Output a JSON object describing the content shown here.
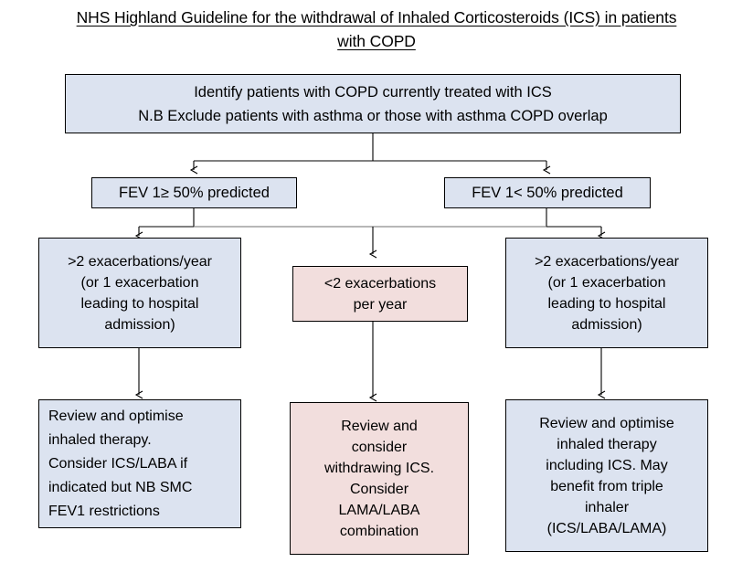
{
  "document": {
    "title_line_1": "NHS Highland Guideline for the withdrawal of Inhaled Corticosteroids (ICS) in patients",
    "title_line_2": "with COPD"
  },
  "colors": {
    "fill_blue": "#dce3f0",
    "fill_pink": "#f2dedd",
    "border": "#000000",
    "connector": "#000000",
    "background": "#ffffff"
  },
  "flowchart": {
    "type": "flowchart",
    "orientation": "top-down",
    "nodes": [
      {
        "id": "identify",
        "fill": "blue",
        "align": "center",
        "lines": [
          "Identify patients with COPD currently treated with ICS",
          "N.B Exclude patients with asthma or those with asthma COPD overlap"
        ]
      },
      {
        "id": "fev-high",
        "fill": "blue",
        "align": "center",
        "lines": [
          "FEV 1≥ 50% predicted"
        ]
      },
      {
        "id": "fev-low",
        "fill": "blue",
        "align": "center",
        "lines": [
          "FEV 1< 50% predicted"
        ]
      },
      {
        "id": "exac-left",
        "fill": "blue",
        "align": "center",
        "lines": [
          ">2 exacerbations/year",
          "(or 1 exacerbation",
          "leading to hospital",
          "admission)"
        ]
      },
      {
        "id": "exac-mid",
        "fill": "pink",
        "align": "center",
        "lines": [
          "<2 exacerbations",
          "per year"
        ]
      },
      {
        "id": "exac-right",
        "fill": "blue",
        "align": "center",
        "lines": [
          ">2 exacerbations/year",
          "(or 1 exacerbation",
          "leading to hospital",
          "admission)"
        ]
      },
      {
        "id": "action-left",
        "fill": "blue",
        "align": "left",
        "lines": [
          "Review and optimise",
          "inhaled therapy.",
          "Consider ICS/LABA if",
          "indicated but NB SMC",
          "FEV1 restrictions"
        ]
      },
      {
        "id": "action-mid",
        "fill": "pink",
        "align": "center",
        "lines": [
          "Review and",
          "consider",
          "withdrawing ICS.",
          "Consider",
          "LAMA/LABA",
          "combination"
        ]
      },
      {
        "id": "action-right",
        "fill": "blue",
        "align": "center",
        "lines": [
          "Review and optimise",
          "inhaled therapy",
          "including ICS. May",
          "benefit from triple",
          "inhaler",
          "(ICS/LABA/LAMA)"
        ]
      }
    ],
    "edges": [
      {
        "from": "identify",
        "to": "fev-high"
      },
      {
        "from": "identify",
        "to": "fev-low"
      },
      {
        "from": "fev-high",
        "to": "exac-left"
      },
      {
        "from": "fev-high",
        "to": "exac-mid"
      },
      {
        "from": "fev-low",
        "to": "exac-mid"
      },
      {
        "from": "fev-low",
        "to": "exac-right"
      },
      {
        "from": "exac-left",
        "to": "action-left"
      },
      {
        "from": "exac-mid",
        "to": "action-mid"
      },
      {
        "from": "exac-right",
        "to": "action-right"
      }
    ]
  }
}
